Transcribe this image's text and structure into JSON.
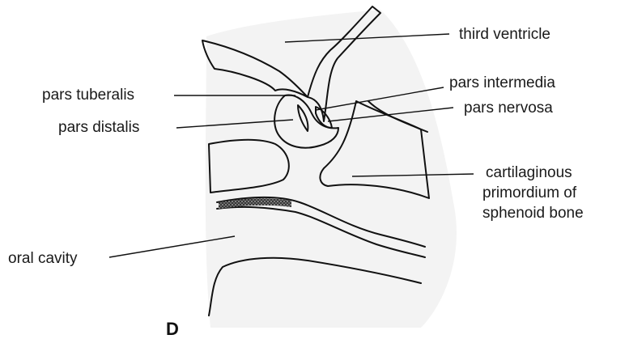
{
  "figure": {
    "panel_letter": "D",
    "labels": {
      "third_ventricle": "third ventricle",
      "pars_intermedia": "pars intermedia",
      "pars_tuberalis": "pars tuberalis",
      "pars_nervosa": "pars nervosa",
      "pars_distalis": "pars distalis",
      "cartilaginous_1": "cartilaginous",
      "cartilaginous_2": "primordium of",
      "cartilaginous_3": "sphenoid bone",
      "oral_cavity": "oral cavity"
    }
  }
}
